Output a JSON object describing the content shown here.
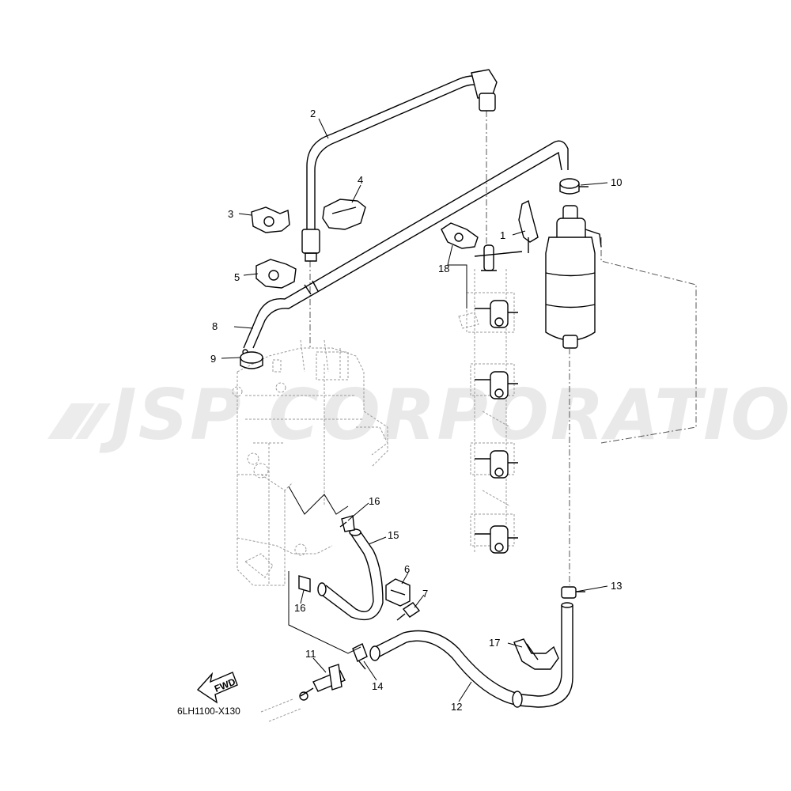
{
  "watermark": "JSP CORPORATION",
  "diagram_code": "6LH1100-X130",
  "direction_label": "FWD",
  "callouts": {
    "c1": "1",
    "c2": "2",
    "c3": "3",
    "c4": "4",
    "c5": "5",
    "c6": "6",
    "c7": "7",
    "c8": "8",
    "c9": "9",
    "c10": "10",
    "c11": "11",
    "c12": "12",
    "c13": "13",
    "c14": "14",
    "c15": "15",
    "c16a": "16",
    "c16b": "16",
    "c17": "17",
    "c18": "18"
  }
}
